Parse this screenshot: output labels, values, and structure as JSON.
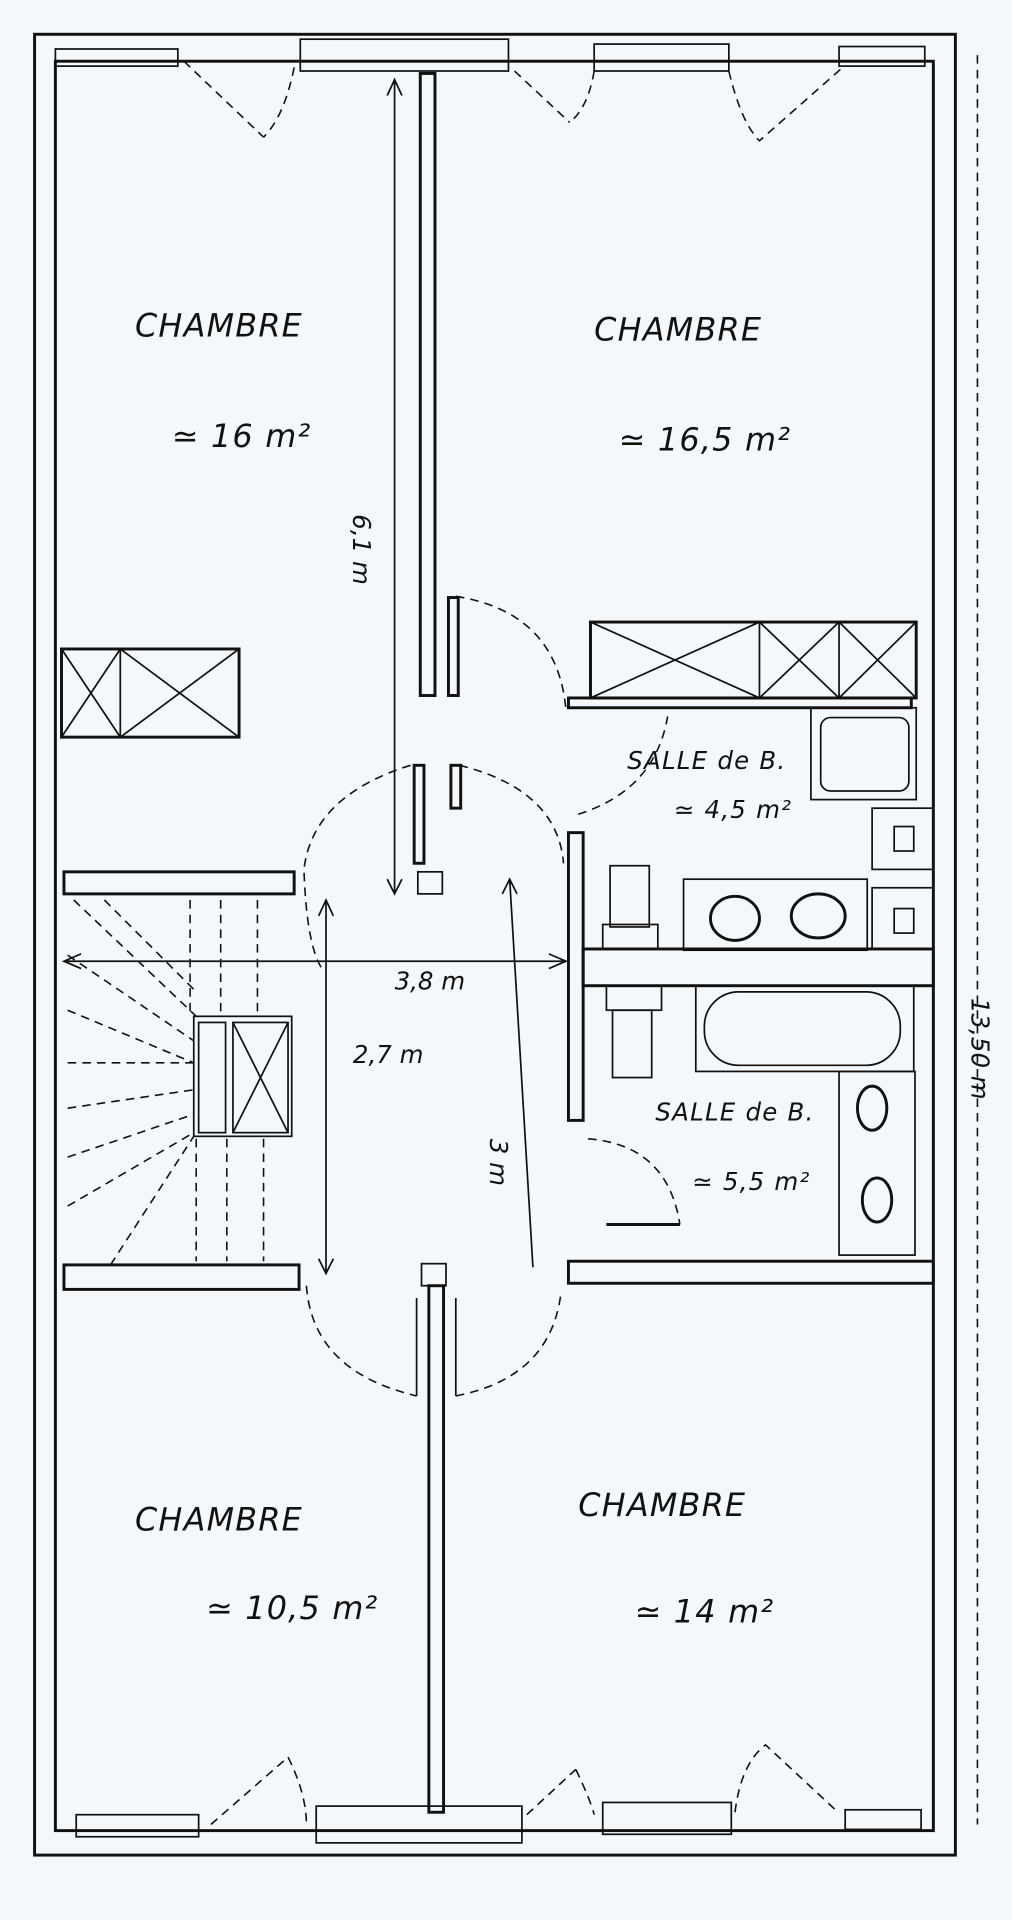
{
  "rooms": [
    {
      "name": "CHAMBRE",
      "area": "≃ 16 m²"
    },
    {
      "name": "CHAMBRE",
      "area": "≃ 16,5 m²"
    },
    {
      "name": "SALLE de B.",
      "area": "≃ 4,5 m²"
    },
    {
      "name": "SALLE de B.",
      "area": "≃ 5,5 m²"
    },
    {
      "name": "CHAMBRE",
      "area": "≃ 10,5 m²"
    },
    {
      "name": "CHAMBRE",
      "area": "≃ 14 m²"
    }
  ],
  "dimensions": {
    "corridor_length": "6,1 m",
    "landing_width": "3,8 m",
    "landing_height_left": "2,7 m",
    "landing_height_right": "3 m",
    "total_length": "13,50 m"
  }
}
